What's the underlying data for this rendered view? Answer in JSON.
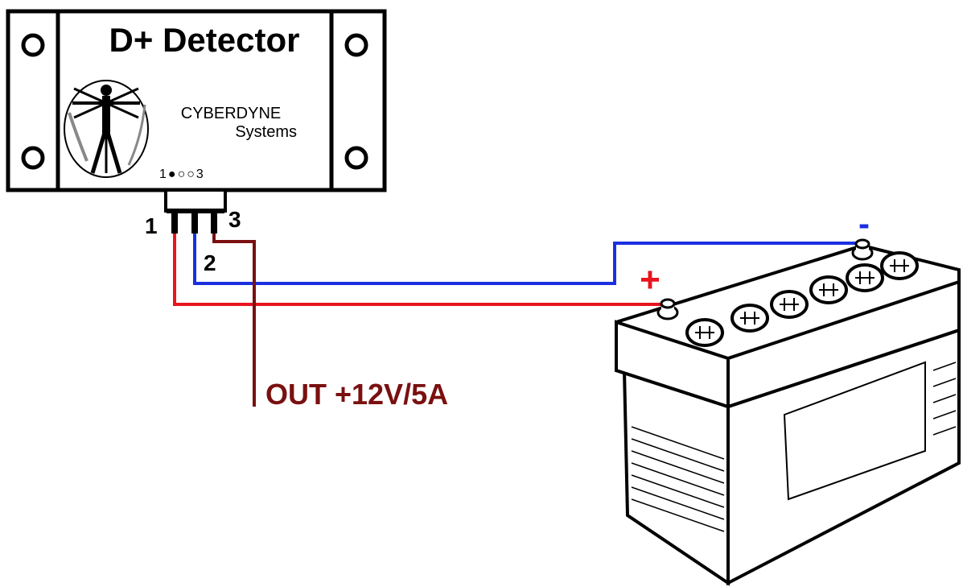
{
  "device": {
    "title": "D+ Detector",
    "brand_line1": "CYBERDYNE",
    "brand_line2": "Systems",
    "pin_marking": "1●○○3"
  },
  "pins": {
    "pin1": "1",
    "pin2": "2",
    "pin3": "3"
  },
  "battery": {
    "plus_label": "+",
    "minus_label": "-"
  },
  "output_label": "OUT +12V/5A",
  "colors": {
    "red_wire": "#e8141e",
    "blue_wire": "#1b2fe0",
    "brown_wire": "#7a1010",
    "plus": "#e8141e",
    "minus": "#1b2fe0",
    "output_text": "#7a1010",
    "outline": "#000000"
  },
  "icons": [
    "vitruvian-man-logo-icon",
    "battery-icon",
    "mounting-hole-icon"
  ]
}
